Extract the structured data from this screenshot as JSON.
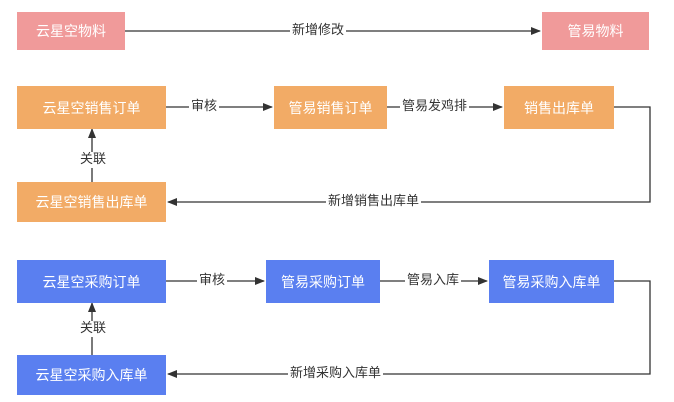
{
  "colors": {
    "pink": "#f09a9a",
    "orange": "#f2ab66",
    "blue": "#5a7ff0",
    "line": "#333333"
  },
  "row1": {
    "source": "云星空物料",
    "target": "管易物料",
    "edge": "新增修改"
  },
  "row2": {
    "n1": "云星空销售订单",
    "n2": "管易销售订单",
    "n3": "销售出库单",
    "n4": "云星空销售出库单",
    "e_audit": "审核",
    "e_ship": "管易发鸡排",
    "e_return": "新增销售出库单",
    "e_link": "关联"
  },
  "row3": {
    "n1": "云星空采购订单",
    "n2": "管易采购订单",
    "n3": "管易采购入库单",
    "n4": "云星空采购入库单",
    "e_audit": "审核",
    "e_in": "管易入库",
    "e_return": "新增采购入库单",
    "e_link": "关联"
  }
}
